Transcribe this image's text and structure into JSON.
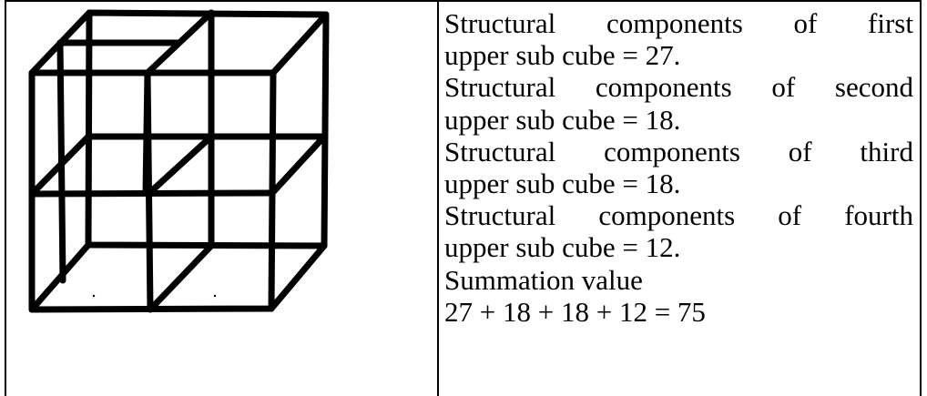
{
  "lines": [
    {
      "words": [
        "Structural",
        "components",
        "of",
        "first"
      ]
    },
    {
      "text": "upper sub cube = 27."
    },
    {
      "words": [
        "Structural",
        "components",
        "of",
        "second"
      ]
    },
    {
      "text": "upper sub cube = 18."
    },
    {
      "words": [
        "Structural",
        "components",
        "of",
        "third"
      ]
    },
    {
      "text": "upper sub cube = 18."
    },
    {
      "words": [
        "Structural",
        "components",
        "of",
        "fourth"
      ]
    },
    {
      "text": "upper sub cube = 12."
    },
    {
      "text": "Summation value"
    },
    {
      "text": "27 + 18 + 18 + 12 = 75"
    }
  ]
}
